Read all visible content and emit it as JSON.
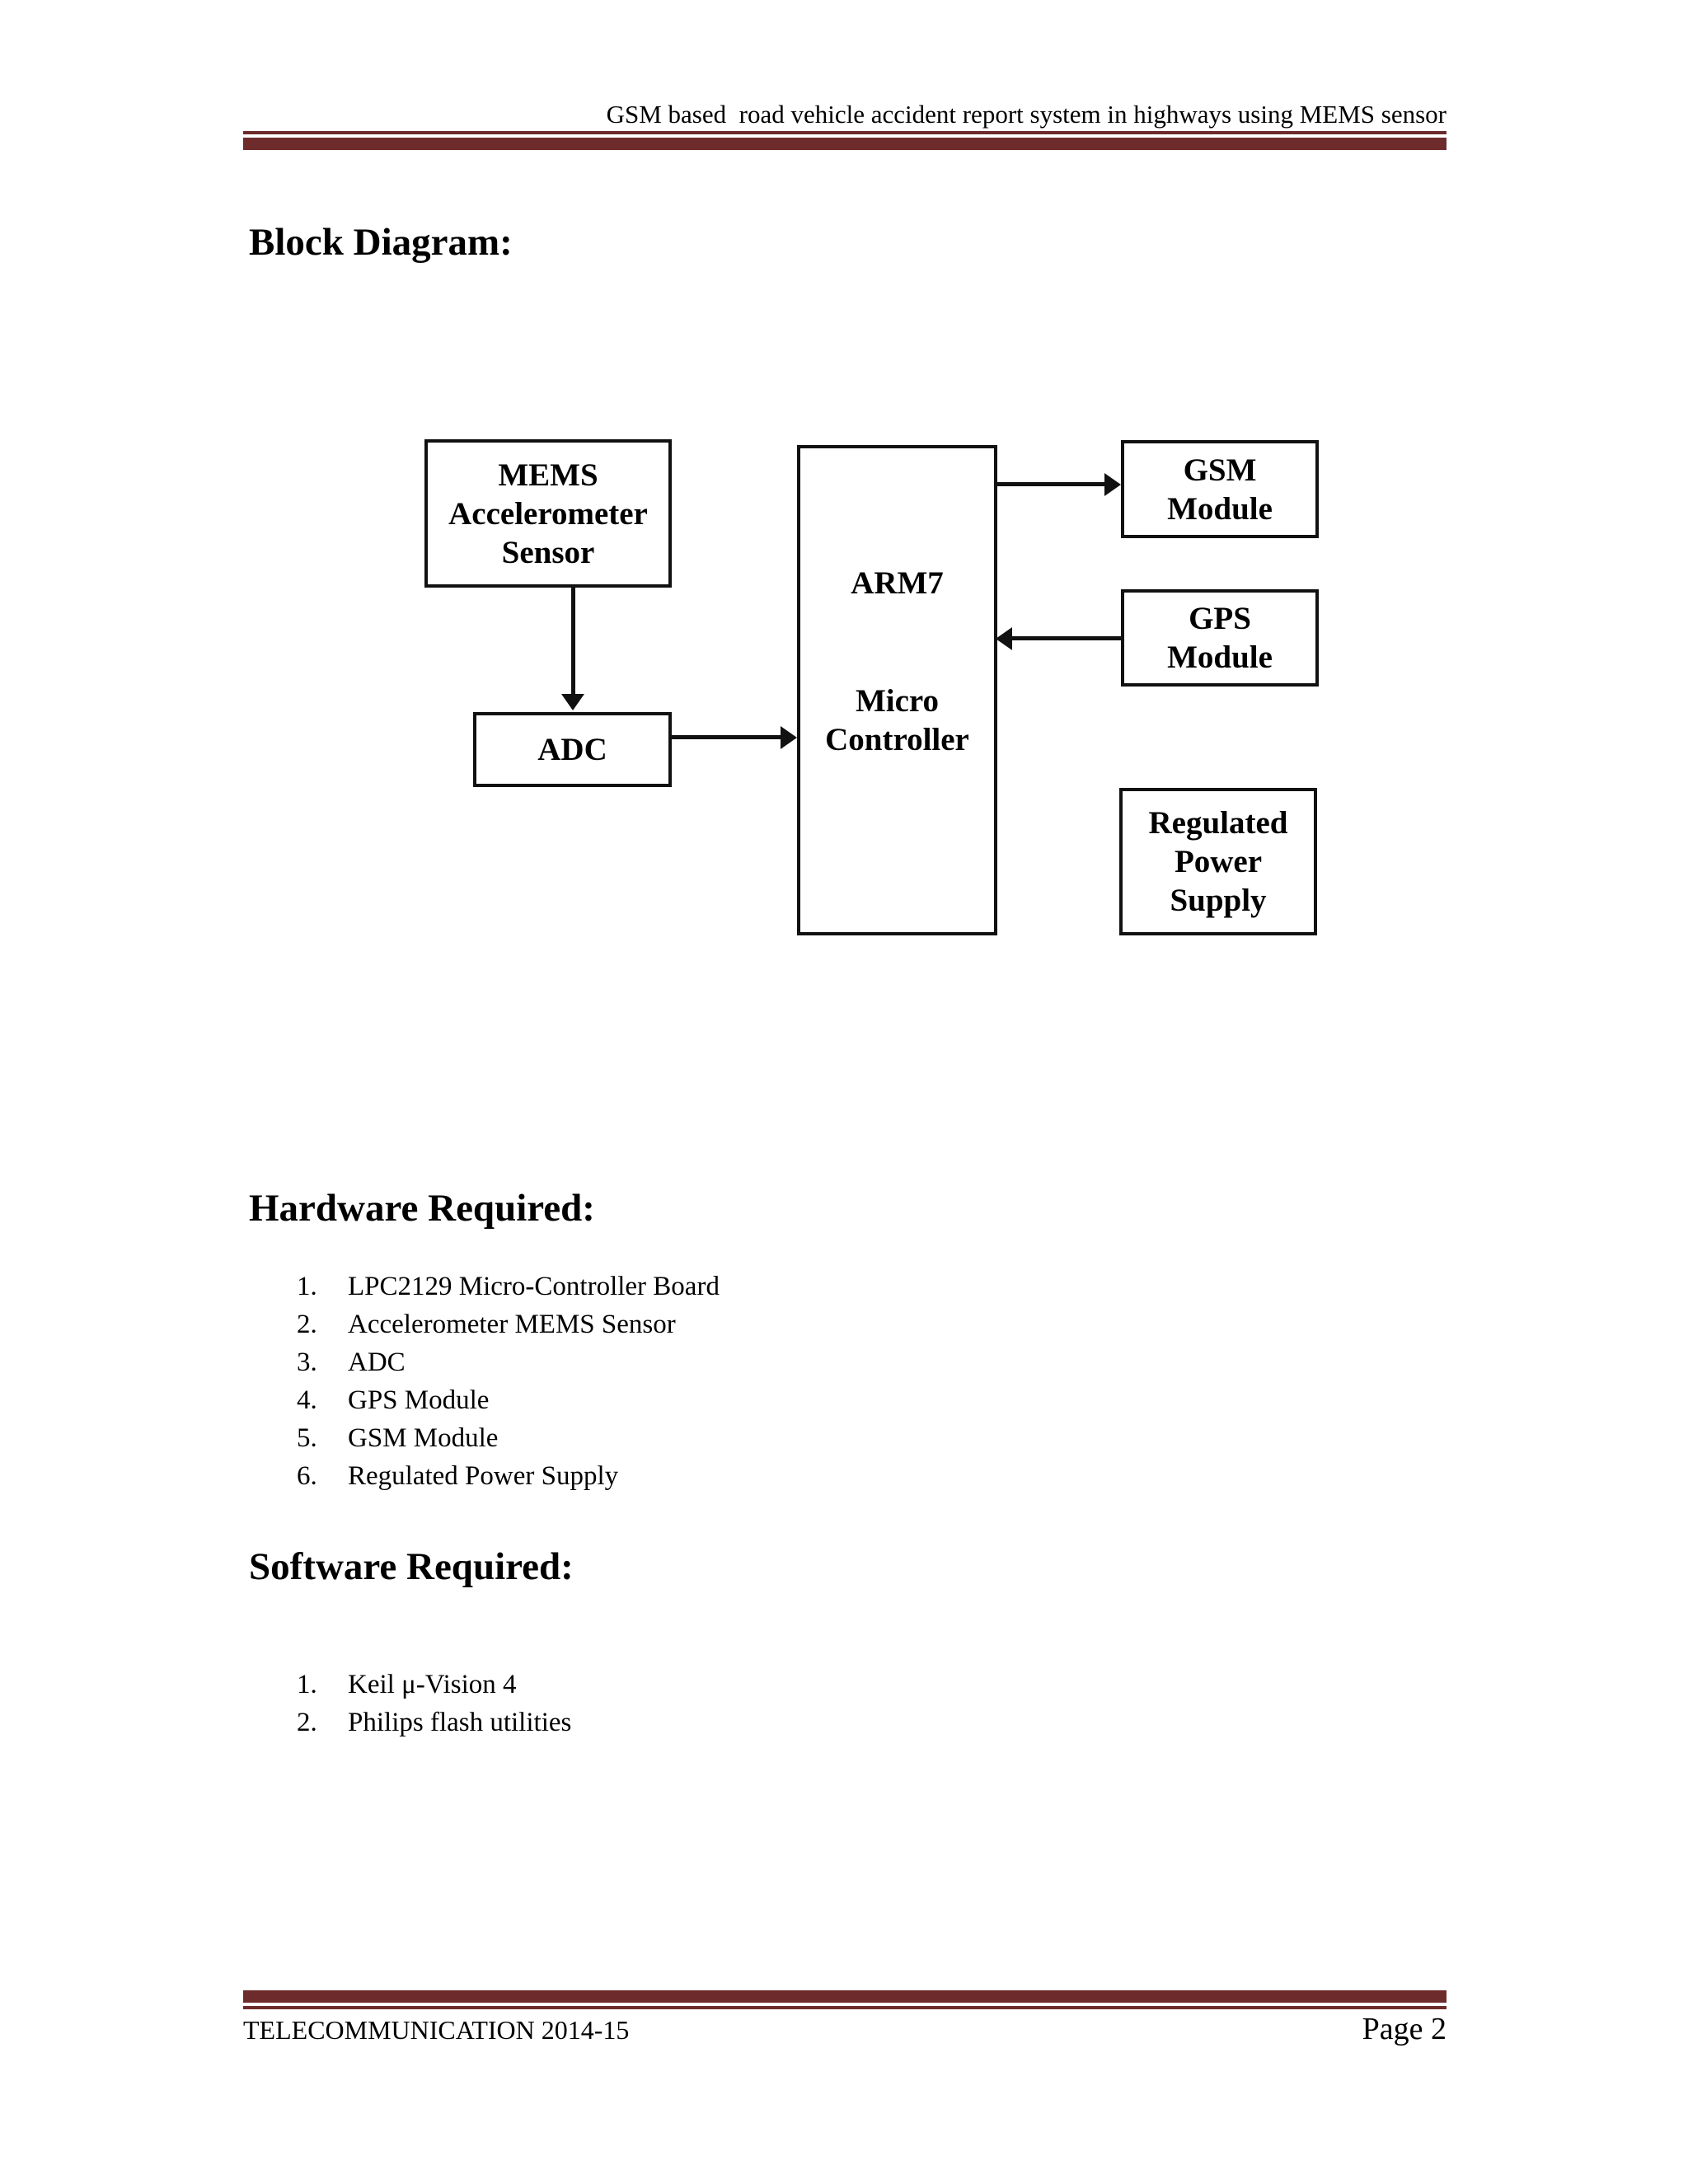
{
  "header": {
    "title": "GSM based  road vehicle accident report system in highways using MEMS sensor"
  },
  "headings": {
    "block_diagram": "Block Diagram:",
    "hardware": "Hardware Required:",
    "software": "Software Required:"
  },
  "diagram": {
    "nodes": {
      "mems": "MEMS\nAccelerometer\nSensor",
      "adc": "ADC",
      "arm7_top": "ARM7",
      "arm7_bottom": "Micro\nController",
      "gsm": "GSM\nModule",
      "gps": "GPS\nModule",
      "rps": "Regulated\nPower\nSupply"
    },
    "connections": [
      {
        "from": "mems",
        "to": "adc",
        "direction": "down"
      },
      {
        "from": "adc",
        "to": "arm7",
        "direction": "right"
      },
      {
        "from": "arm7",
        "to": "gsm",
        "direction": "right"
      },
      {
        "from": "gps",
        "to": "arm7",
        "direction": "left"
      }
    ]
  },
  "hardware_items": [
    "LPC2129 Micro-Controller Board",
    "Accelerometer MEMS Sensor",
    "ADC",
    "GPS Module",
    "GSM Module",
    "Regulated Power Supply"
  ],
  "software_items": [
    "Keil μ-Vision 4",
    "Philips flash utilities"
  ],
  "footer": {
    "left": "TELECOMMUNICATION 2014-15",
    "page": "Page 2"
  },
  "colors": {
    "rule": "#6e2b2b",
    "diagram_line": "#111111"
  }
}
